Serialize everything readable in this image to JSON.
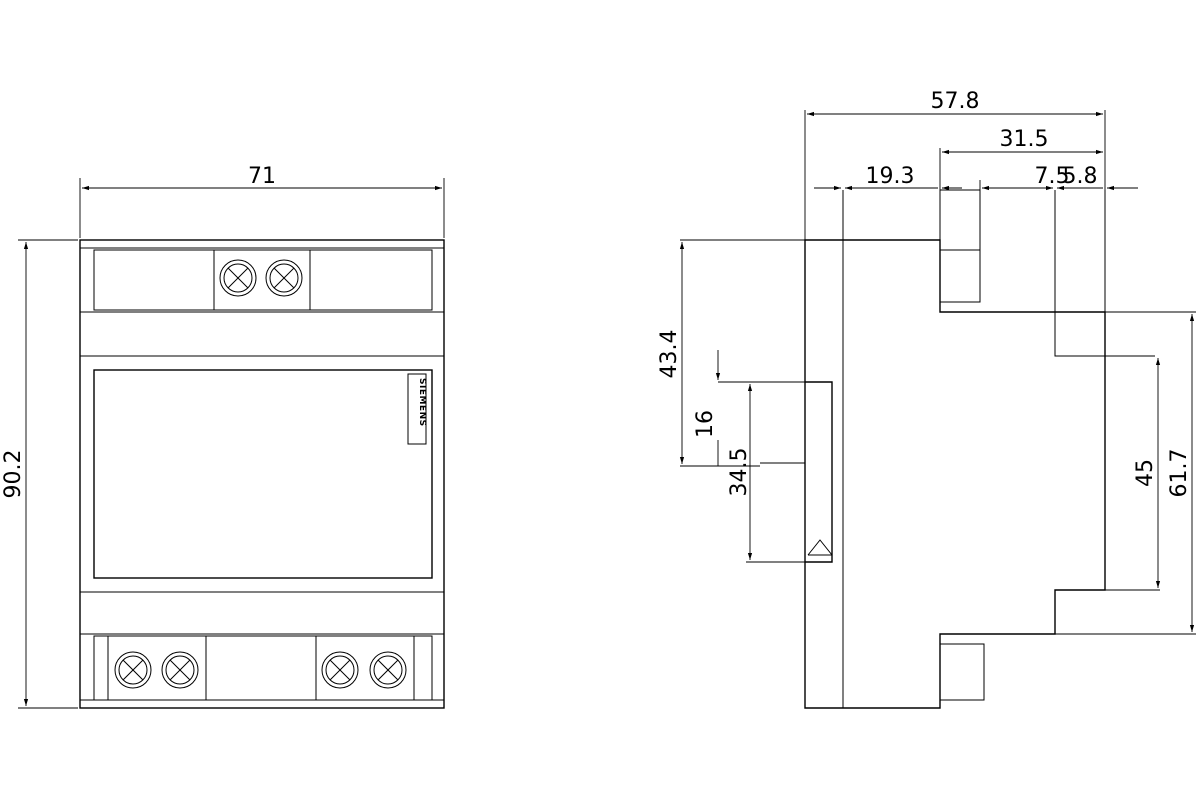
{
  "front_view": {
    "width_label": "71",
    "height_label": "90.2",
    "brand_label": "SIEMENS"
  },
  "side_view": {
    "depth_label": "57.8",
    "step_label": "31.5",
    "rail_offset_label": "19.3",
    "small_step_label": "7.5",
    "small_step2_label": "5.8",
    "upper_height_label": "43.4",
    "clip_label": "16",
    "rail_height_label": "34.5",
    "front_panel_label": "45",
    "front_total_label": "61.7"
  }
}
